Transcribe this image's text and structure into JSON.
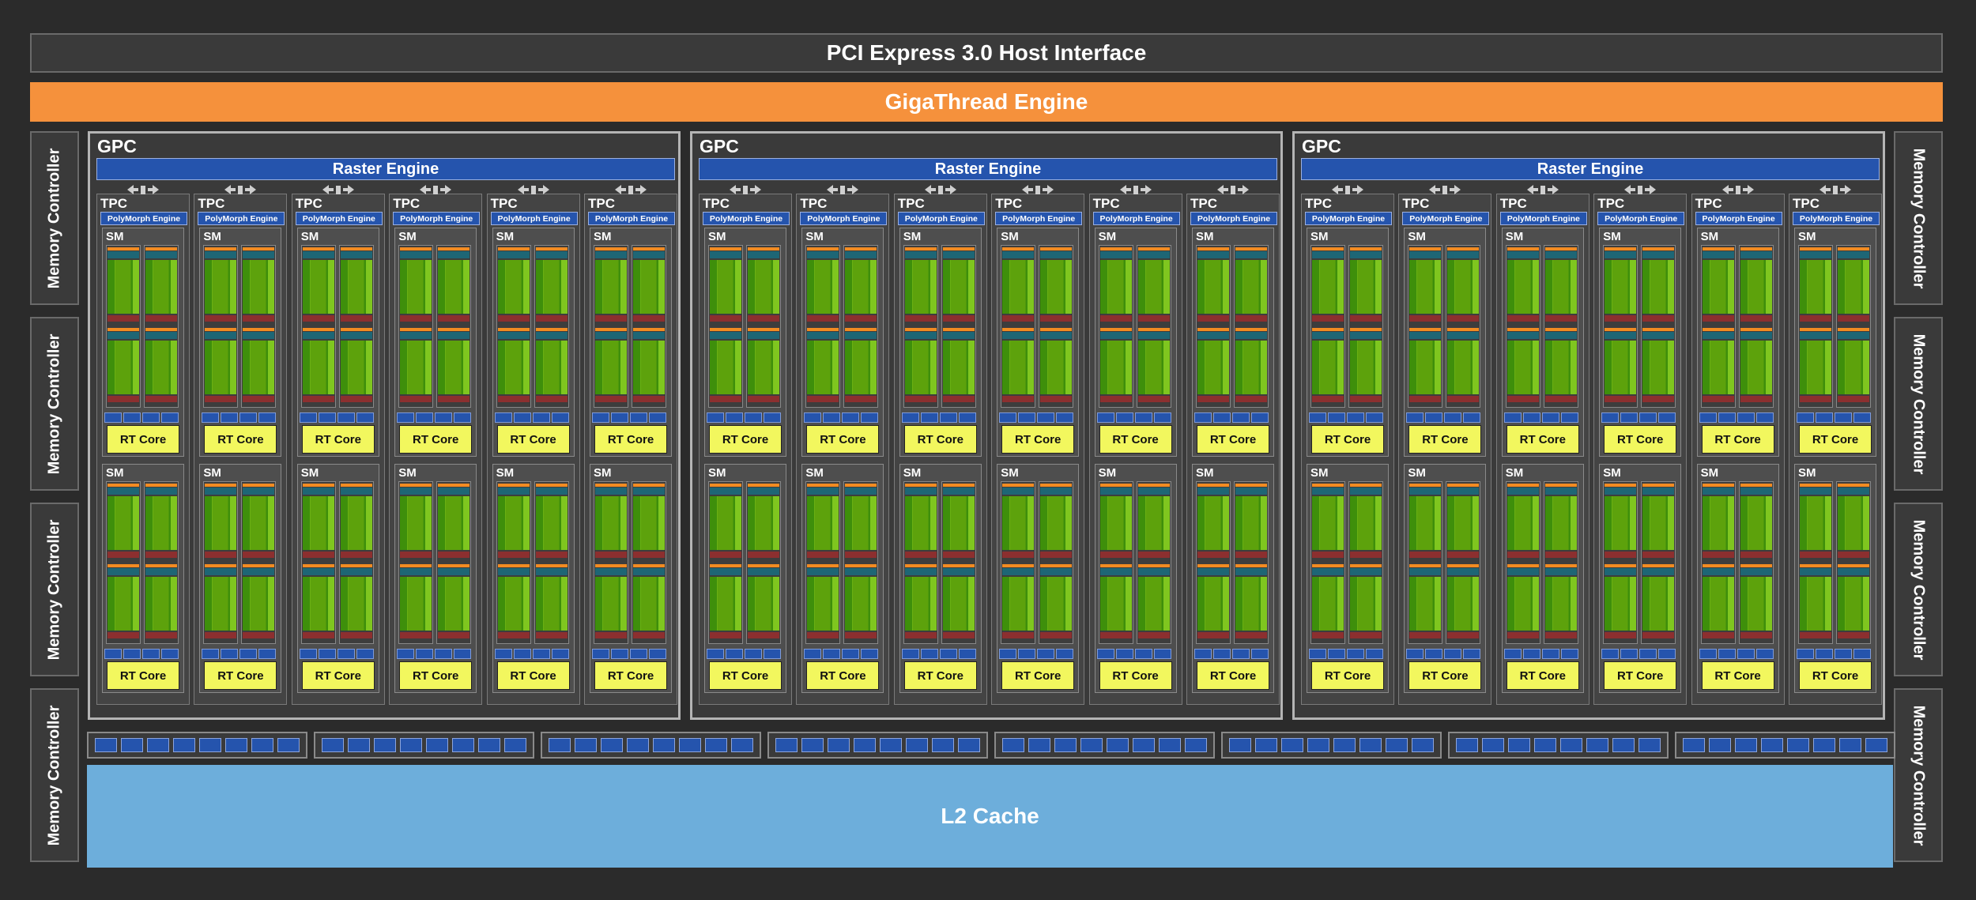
{
  "pci_label": "PCI Express 3.0 Host Interface",
  "gigathread_label": "GigaThread Engine",
  "memory_controller_label": "Memory Controller",
  "gpc_label": "GPC",
  "raster_engine_label": "Raster Engine",
  "tpc_label": "TPC",
  "polymorph_label": "PolyMorph Engine",
  "sm_label": "SM",
  "rt_core_label": "RT Core",
  "l2_cache_label": "L2 Cache",
  "counts": {
    "gpcs": 3,
    "tpcs_per_gpc": 6,
    "sms_per_tpc": 2,
    "memory_controllers_per_side": 4
  },
  "colors": {
    "background": "#2b2b2b",
    "gigathread": "#f5913c",
    "raster_polymorph": "#2554ad",
    "cuda_core": "#76b900",
    "rt_core": "#f2f75e",
    "l2_cache": "#6daedb",
    "register": "#8c2f2f",
    "scheduler": "#f28b22"
  }
}
